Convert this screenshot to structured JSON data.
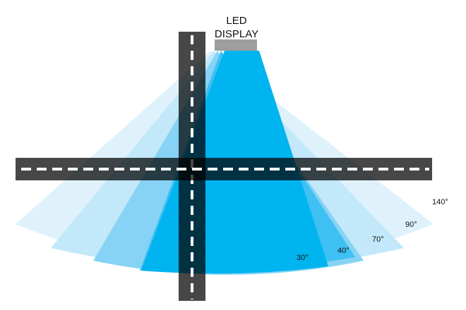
{
  "display": {
    "title_line1": "LED",
    "title_line2": "DISPLAY",
    "panel_color": "#9e9e9e"
  },
  "beams": [
    {
      "angle_label": "140°",
      "color": "#dff2fc"
    },
    {
      "angle_label": "90°",
      "color": "#c2e8fa"
    },
    {
      "angle_label": "70°",
      "color": "#87d3f5"
    },
    {
      "angle_label": "40°",
      "color": "#3fc0f2"
    },
    {
      "angle_label": "30°",
      "color": "#00b4f0"
    }
  ],
  "roads": {
    "color": "#000000",
    "lane_marking_color": "#ffffff"
  }
}
